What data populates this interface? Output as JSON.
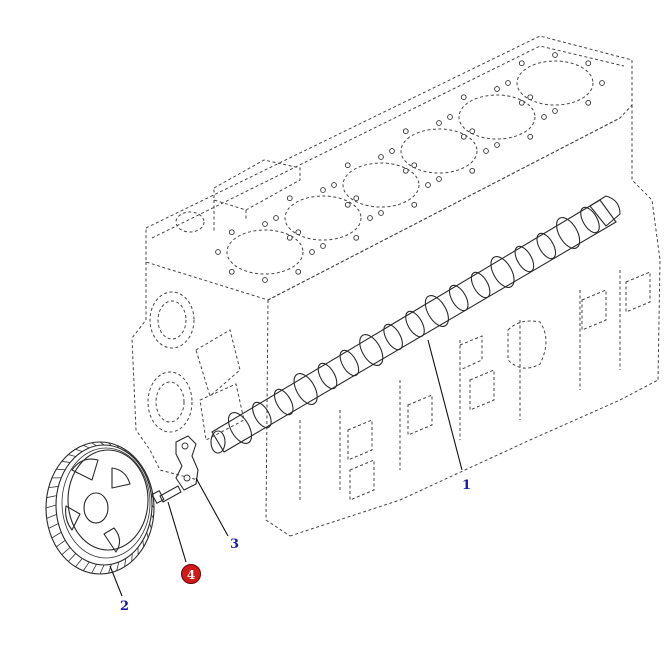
{
  "callouts": [
    {
      "id": "camshaft",
      "label": "1"
    },
    {
      "id": "cam-gear",
      "label": "2"
    },
    {
      "id": "thrust-plate",
      "label": "3"
    },
    {
      "id": "bolt",
      "label": "4"
    }
  ],
  "colors": {
    "callout_text": "#1a1aa8",
    "highlight_badge": "#d11a1a",
    "line_art": "#2a2a2a"
  }
}
